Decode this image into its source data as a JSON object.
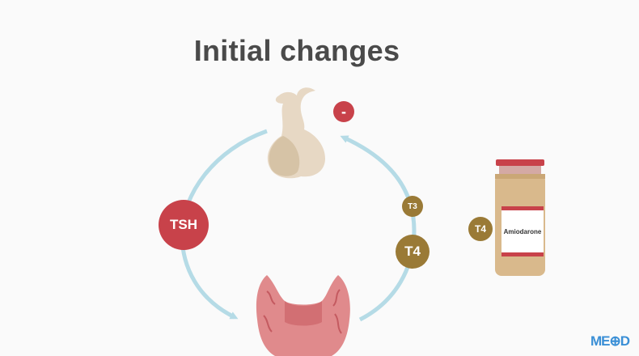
{
  "title": "Initial changes",
  "labels": {
    "tsh": "TSH",
    "inhibit": "-",
    "t3": "T3",
    "t4": "T4",
    "t4_drug": "T4",
    "drug": "Amiodarone"
  },
  "logo": "ME⊕D",
  "colors": {
    "red": "#c8424a",
    "gold": "#9a7a36",
    "arrow": "#b5dbe6",
    "pituitary": "#e7d8c4",
    "thyroid": "#e08a8c",
    "vial": "#d9b98c"
  }
}
